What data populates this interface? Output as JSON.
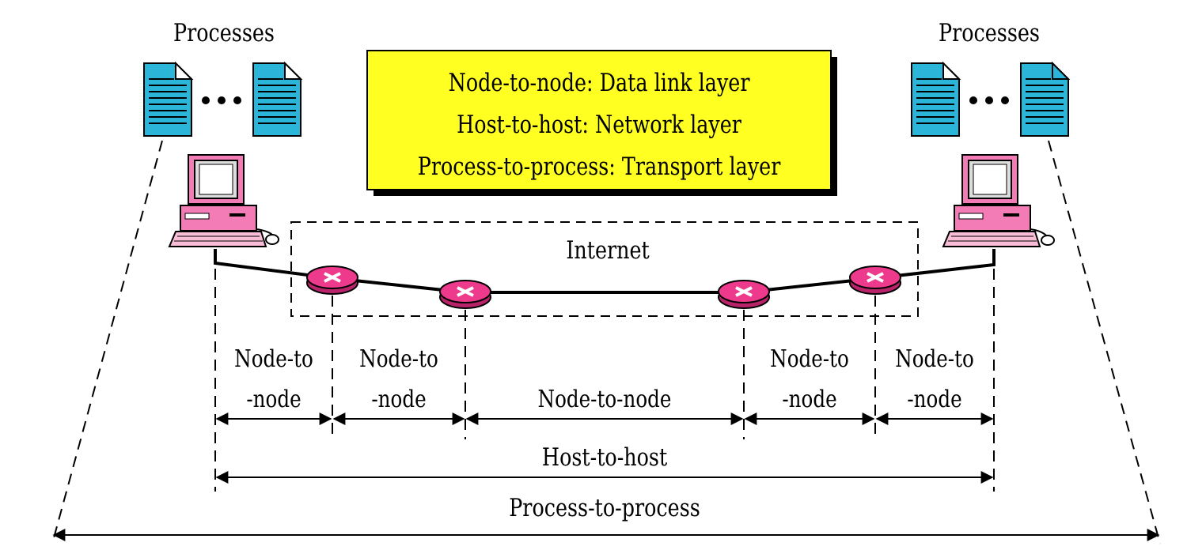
{
  "left_processes_label": "Processes",
  "right_processes_label": "Processes",
  "legend": {
    "line1": "Node-to-node: Data link layer",
    "line2": "Host-to-host: Network layer",
    "line3": "Process-to-process: Transport layer"
  },
  "internet_label": "Internet",
  "segments": [
    {
      "line1": "Node-to",
      "line2": "-node"
    },
    {
      "line1": "Node-to",
      "line2": "-node"
    },
    {
      "line1": "Node-to-node",
      "line2": ""
    },
    {
      "line1": "Node-to",
      "line2": "-node"
    },
    {
      "line1": "Node-to",
      "line2": "-node"
    }
  ],
  "host_to_host_label": "Host-to-host",
  "process_to_process_label": "Process-to-process",
  "colors": {
    "document": "#29b6d6",
    "legend_fill": "#ffff22",
    "router": "#ee3a8c",
    "computer_pink": "#f47cb6"
  }
}
